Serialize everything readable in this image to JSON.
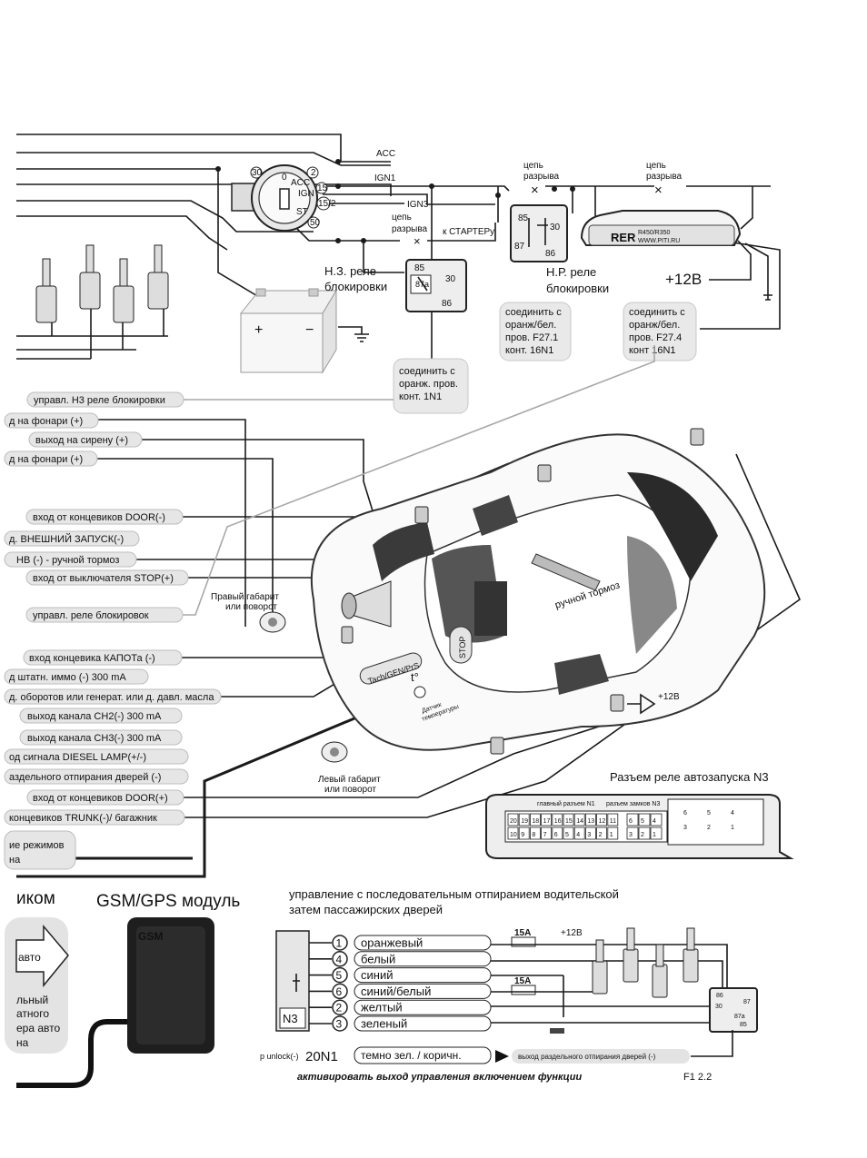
{
  "ignition": {
    "acc": "ACC",
    "ign1": "IGN1",
    "ign3": "IGN3",
    "pin_30": "30",
    "pin_0": "0",
    "pin_acc": "ACC",
    "pin_ign": "IGN",
    "pin_st": "ST",
    "pin_2": "2",
    "pin_15": "15",
    "pin_15_2": "15/2",
    "pin_50": "50"
  },
  "starter": {
    "break_label_1": "цепь",
    "break_label_2": "разрыва",
    "to_starter": "к СТАРТЕРу"
  },
  "nc_relay": {
    "pin_85": "85",
    "pin_87a": "87a",
    "pin_30": "30",
    "pin_86": "86",
    "title_1": "Н.З. реле",
    "title_2": "блокировки"
  },
  "no_relay": {
    "pin_85": "85",
    "pin_30": "30",
    "pin_87": "87",
    "pin_86": "86",
    "title_1": "Н.Р. реле",
    "title_2": "блокировки"
  },
  "breaks": {
    "b1_1": "цепь",
    "b1_2": "разрыва",
    "b2_1": "цепь",
    "b2_2": "разрыва"
  },
  "module": {
    "brand": "RER",
    "model": "R450/R350",
    "url": "WWW.PITI.RU"
  },
  "plus12": "+12В",
  "notes": {
    "n1": [
      "соединить с",
      "оранж/бел.",
      "пров. F27.1",
      "конт. 16N1"
    ],
    "n2": [
      "соединить с",
      "оранж/бел.",
      "пров. F27.4",
      "конт 16N1"
    ],
    "n3": [
      "соединить с",
      "оранж. пров.",
      "конт. 1N1"
    ]
  },
  "left_labels": [
    "управл. Н3 реле блокировки",
    "д на фонари (+)",
    "выход на сирену (+)",
    "д на фонари (+)",
    "вход от концевиков DOOR(-)",
    "д. ВНЕШНИЙ ЗАПУСК(-)",
    "НВ (-) - ручной тормоз",
    "вход от выключателя STOP(+)",
    "управл.  реле блокировок",
    "вход концевика КАПОТа (-)",
    "д штатн. иммо (-) 300 mA",
    "д. оборотов или генерат. или д. давл. масла",
    "выход канала CH2(-)  300 mA",
    "выход канала CH3(-)  300 mA",
    "од сигнала DIESEL LAMP(+/-)",
    "аздельного отпирания дверей (-)",
    "вход от концевиков DOOR(+)",
    "концевиков TRUNK(-)/ багажник",
    "ие режимов",
    "на"
  ],
  "car": {
    "right_marker_1": "Правый габарит",
    "right_marker_2": "или поворот",
    "left_marker_1": "Левый габарит",
    "left_marker_2": "или поворот",
    "handbrake": "ручной тормоз",
    "stop": "STOP",
    "tach": "Tach/GEN/PrS",
    "temp_symbol": "t°",
    "temp_sensor_1": "Датчик",
    "temp_sensor_2": "температуры",
    "plus12": "+12В"
  },
  "connector": {
    "title": "Разъем реле автозапуска N3",
    "main": "главный разъем N1",
    "locks": "разъем замков N3",
    "top_row": [
      "20",
      "19",
      "18",
      "17",
      "16",
      "15",
      "14",
      "13",
      "12",
      "11"
    ],
    "bottom_row": [
      "10",
      "9",
      "8",
      "7",
      "6",
      "5",
      "4",
      "3",
      "2",
      "1"
    ],
    "n3_top": [
      "6",
      "5",
      "4"
    ],
    "n3_bottom": [
      "3",
      "2",
      "1"
    ],
    "relay_top": [
      "6",
      "5",
      "4"
    ],
    "relay_bottom": [
      "3",
      "2",
      "1"
    ]
  },
  "bottom_left": {
    "heading": "иком",
    "arrow_label": "авто",
    "lines": [
      "льный",
      "атного",
      "ера авто",
      "на"
    ]
  },
  "gsm": {
    "heading": "GSM/GPS модуль",
    "label": "GSM"
  },
  "lock_schema": {
    "title_1": "управление с последовательным отпиранием водительской",
    "title_2": "затем пассажирских дверей",
    "connector": "N3",
    "wires": [
      {
        "num": "1",
        "color": "оранжевый"
      },
      {
        "num": "4",
        "color": "белый"
      },
      {
        "num": "5",
        "color": "синий"
      },
      {
        "num": "6",
        "color": "синий/белый"
      },
      {
        "num": "2",
        "color": "желтый"
      },
      {
        "num": "3",
        "color": "зеленый"
      }
    ],
    "fuse1": "15A",
    "fuse2": "15A",
    "plus12": "+12В",
    "relay": {
      "p86": "86",
      "p30": "30",
      "p87": "87",
      "p87a": "87a",
      "p85": "85"
    },
    "unlock_prefix": "p unlock(-)",
    "unlock_pin": "20N1",
    "unlock_wire": "темно  зел. / коричн.",
    "unlock_output": "выход раздельного отпирания дверей (-)",
    "footer": "активировать выход управления включением функции",
    "footer_fn": "F1 2.2"
  }
}
